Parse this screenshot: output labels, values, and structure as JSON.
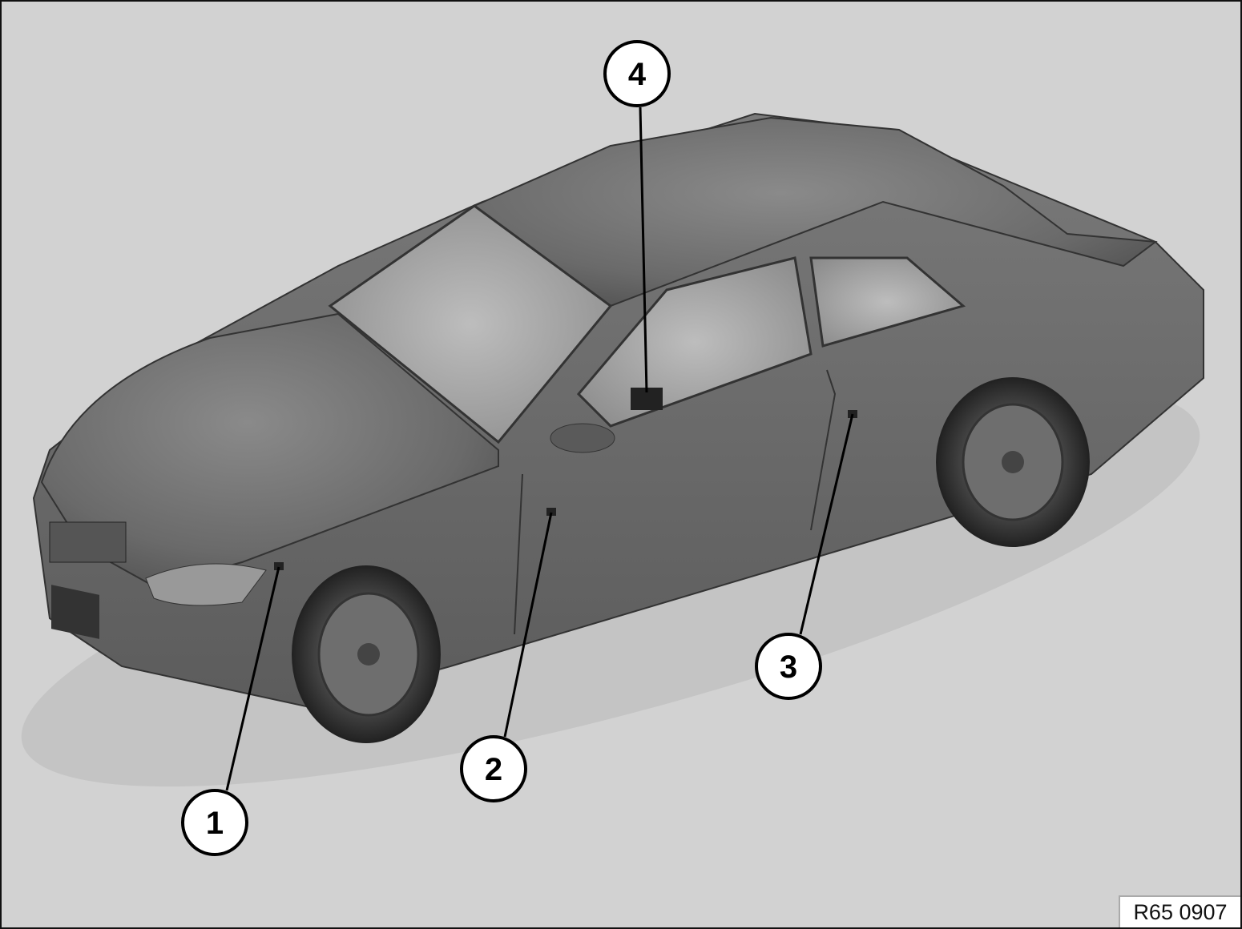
{
  "diagram": {
    "subject": "car",
    "callouts": [
      {
        "label": "1"
      },
      {
        "label": "2"
      },
      {
        "label": "3"
      },
      {
        "label": "4"
      }
    ],
    "figure_code": "R65 0907"
  }
}
